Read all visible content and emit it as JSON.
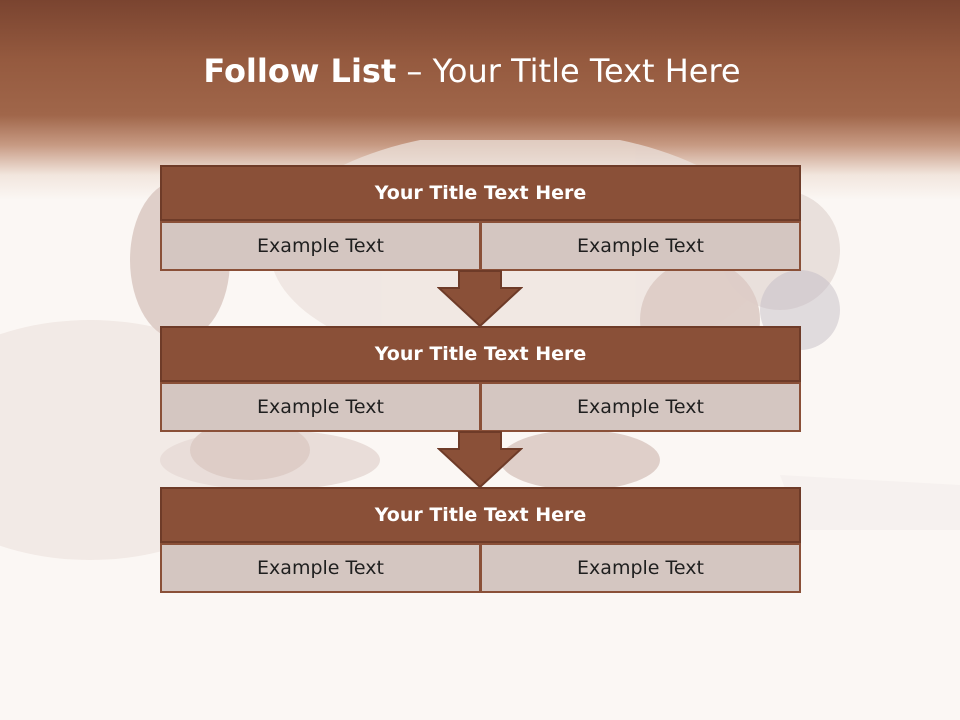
{
  "slide": {
    "title_bold": "Follow List",
    "title_rest": " – Your Title Text Here"
  },
  "blocks": [
    {
      "title": "Your Title Text Here",
      "items": [
        "Example Text",
        "Example Text"
      ]
    },
    {
      "title": "Your Title Text Here",
      "items": [
        "Example Text",
        "Example Text"
      ]
    },
    {
      "title": "Your Title Text Here",
      "items": [
        "Example Text",
        "Example Text"
      ]
    }
  ],
  "colors": {
    "header": "#955a3f",
    "block_title": "#8a5038",
    "block_cell": "#d4c6c1",
    "arrow": "#8a5038"
  }
}
